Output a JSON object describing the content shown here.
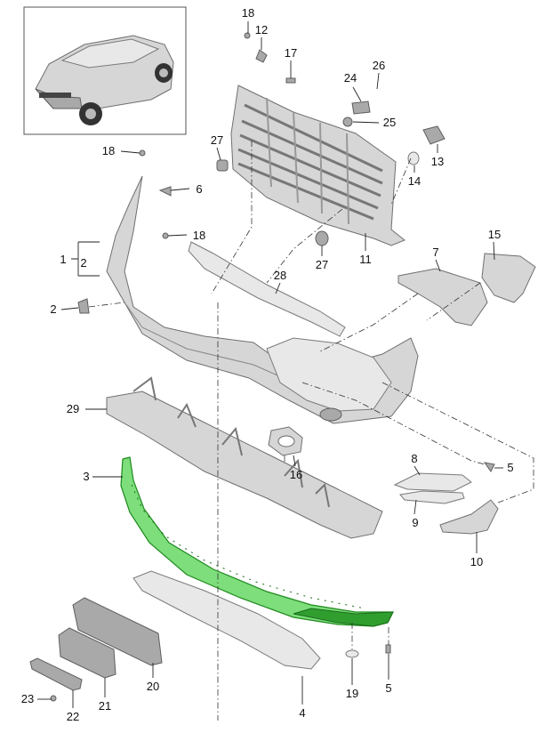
{
  "callouts": [
    {
      "id": "c18a",
      "text": "18"
    },
    {
      "id": "c12",
      "text": "12"
    },
    {
      "id": "c17",
      "text": "17"
    },
    {
      "id": "c24",
      "text": "24"
    },
    {
      "id": "c26",
      "text": "26"
    },
    {
      "id": "c25",
      "text": "25"
    },
    {
      "id": "c27a",
      "text": "27"
    },
    {
      "id": "c13",
      "text": "13"
    },
    {
      "id": "c18b",
      "text": "18"
    },
    {
      "id": "c6",
      "text": "6"
    },
    {
      "id": "c14",
      "text": "14"
    },
    {
      "id": "c18c",
      "text": "18"
    },
    {
      "id": "c1",
      "text": "1"
    },
    {
      "id": "c2a",
      "text": "2"
    },
    {
      "id": "c27b",
      "text": "27"
    },
    {
      "id": "c11",
      "text": "11"
    },
    {
      "id": "c15",
      "text": "15"
    },
    {
      "id": "c7",
      "text": "7"
    },
    {
      "id": "c28",
      "text": "28"
    },
    {
      "id": "c2b",
      "text": "2"
    },
    {
      "id": "c29",
      "text": "29"
    },
    {
      "id": "c16",
      "text": "16"
    },
    {
      "id": "c8",
      "text": "8"
    },
    {
      "id": "c5a",
      "text": "5"
    },
    {
      "id": "c3",
      "text": "3"
    },
    {
      "id": "c9",
      "text": "9"
    },
    {
      "id": "c10",
      "text": "10"
    },
    {
      "id": "c20",
      "text": "20"
    },
    {
      "id": "c21",
      "text": "21"
    },
    {
      "id": "c19",
      "text": "19"
    },
    {
      "id": "c5b",
      "text": "5"
    },
    {
      "id": "c23",
      "text": "23"
    },
    {
      "id": "c22",
      "text": "22"
    },
    {
      "id": "c4",
      "text": "4"
    }
  ],
  "colors": {
    "highlight": "#7dde7b",
    "highlight_edge": "#1f8a1f",
    "part": "#d6d6d6",
    "line": "#222222"
  }
}
